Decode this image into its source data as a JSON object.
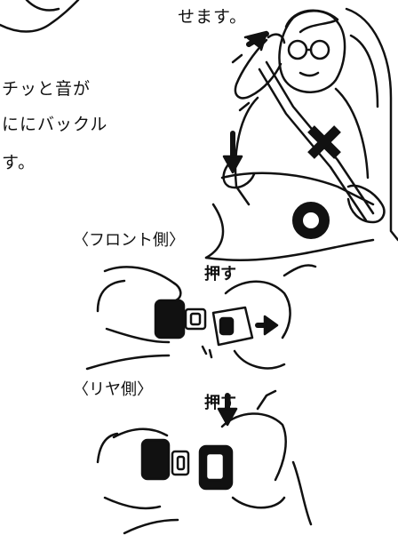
{
  "text": {
    "top_fragment": "せます。",
    "side_line1": "チッと音が",
    "side_line2": "ににバックル",
    "side_line3": "す。"
  },
  "labels": {
    "front_side": "〈フロント側〉",
    "rear_side": "〈リヤ側〉",
    "push_front": "押す",
    "push_rear": "押す"
  }
}
